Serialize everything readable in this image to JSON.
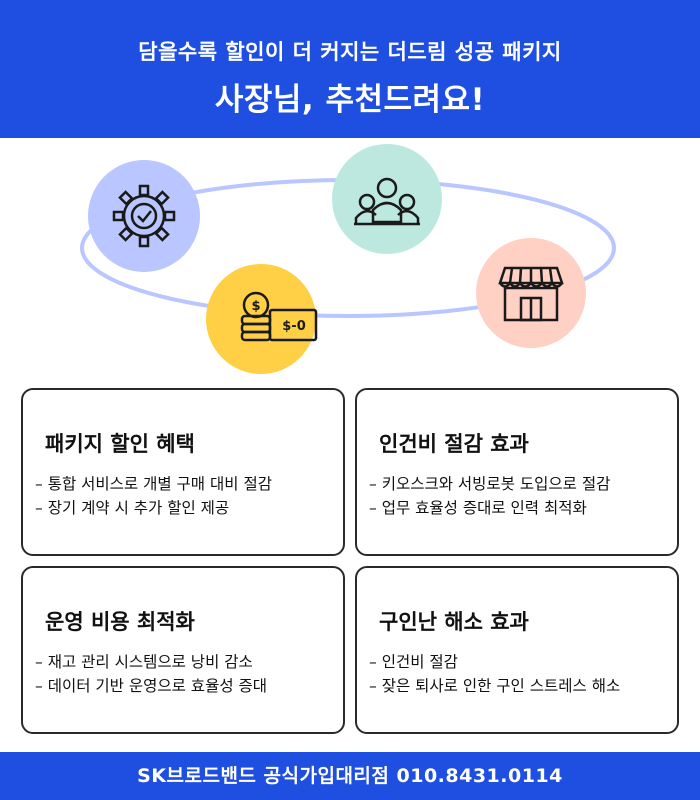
{
  "header": {
    "subtitle": "담을수록 할인이 더 커지는 더드림 성공 패키지",
    "title": "사장님, 추천드려요!"
  },
  "diagram": {
    "icons": [
      {
        "name": "gear-check-icon",
        "color": "#b9c6ff"
      },
      {
        "name": "people-icon",
        "color": "#bde8e0"
      },
      {
        "name": "store-icon",
        "color": "#ffd0c4"
      },
      {
        "name": "money-coins-icon",
        "color": "#ffcf45"
      }
    ],
    "ring_color": "#b9c6ff",
    "bill_text": "$-0"
  },
  "cards": [
    {
      "title": "패키지 할인 혜택",
      "items": [
        "통합 서비스로 개별 구매 대비 절감",
        "장기 계약 시 추가 할인 제공"
      ]
    },
    {
      "title": "인건비 절감 효과",
      "items": [
        "키오스크와 서빙로봇 도입으로 절감",
        "업무 효율성 증대로 인력 최적화"
      ]
    },
    {
      "title": "운영 비용 최적화",
      "items": [
        "재고 관리 시스템으로 낭비 감소",
        "데이터 기반 운영으로 효율성 증대"
      ]
    },
    {
      "title": "구인난 해소 효과",
      "items": [
        "인건비 절감",
        "잦은 퇴사로 인한 구인 스트레스 해소"
      ]
    }
  ],
  "footer": {
    "text": "SK브로드밴드 공식가입대리점 010.8431.0114"
  },
  "colors": {
    "brand_blue": "#1f4fe0",
    "card_border": "#2a2a2a"
  }
}
